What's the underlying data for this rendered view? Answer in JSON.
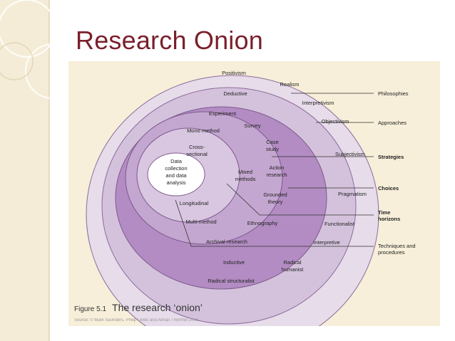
{
  "slide": {
    "title": "Research Onion"
  },
  "figure": {
    "caption_number": "Figure 5.1",
    "caption_title": "The research ‘onion’",
    "source_note": "Source: © Mark Saunders, Philip Lewis and Adrian Thornhill 2006"
  },
  "layers": {
    "philosophies": [
      "Positivism",
      "Realism",
      "Interpretivism",
      "Objectivism",
      "Subjectivism",
      "Pragmatism",
      "Functionalist",
      "Interpretive",
      "Radical humanist",
      "Radical structuralist"
    ],
    "approaches": [
      "Deductive",
      "Inductive"
    ],
    "strategies": [
      "Experiment",
      "Survey",
      "Case study",
      "Action research",
      "Grounded theory",
      "Ethnography",
      "Archival research"
    ],
    "choices": [
      "Mono method",
      "Mixed methods",
      "Multi-method"
    ],
    "time_horizons": [
      "Cross-sectional",
      "Longitudinal"
    ],
    "techniques": "Data collection and data analysis"
  },
  "labels": {
    "positivism": "Positivism",
    "realism": "Realism",
    "deductive": "Deductive",
    "interpretivism": "Interpretivism",
    "experiment": "Experiment",
    "objectivism": "Objectivism",
    "survey": "Survey",
    "mono_method": "Mono method",
    "case_1": "Case",
    "case_2": "study",
    "cross_1": "Cross-",
    "cross_2": "sectional",
    "subjectivism": "Subjectivism",
    "action_1": "Action",
    "action_2": "research",
    "data_1": "Data",
    "data_2": "collection",
    "data_3": "and data",
    "data_4": "analysis",
    "mixed_1": "Mixed",
    "mixed_2": "methods",
    "grounded_1": "Grounded",
    "grounded_2": "theory",
    "pragmatism": "Pragmatism",
    "longitudinal": "Longitudinal",
    "multi_method": "Multi-method",
    "ethnography": "Ethnography",
    "functionalist": "Functionalist",
    "archival": "Archival research",
    "interpretive": "Interpretive",
    "inductive": "Inductive",
    "radical_h1": "Radical",
    "radical_h2": "humanist",
    "radical_structuralist": "Radical structuralist"
  },
  "legend": {
    "philosophies": "Philosophies",
    "approaches": "Approaches",
    "strategies": "Strategies",
    "choices": "Choices",
    "time_1": "Time",
    "time_2": "horizons",
    "tech_1": "Techniques and",
    "tech_2": "procedures"
  },
  "colors": {
    "title": "#7a1f2b",
    "ring_outer": "#e7dcea",
    "ring_2": "#d4c2dc",
    "ring_3": "#b28cc2",
    "ring_4": "#c4a7d0",
    "ring_5": "#d9c7e1",
    "core": "#ffffff",
    "figure_bg": "#f7efd9"
  }
}
